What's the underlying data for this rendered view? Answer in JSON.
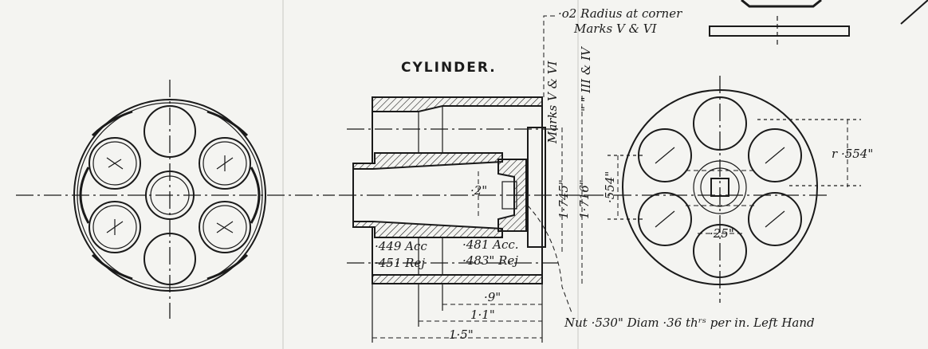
{
  "title": "CYLINDER.",
  "annotations": {
    "radius_note_line1": "·o2 Radius at corner",
    "radius_note_line2": "Marks V & VI",
    "marks_v_vi": "Marks V & VI",
    "marks_iii_iv": "\" \" III & IV",
    "dim_2": "·2\"",
    "dim_1745": "1·745\"",
    "dim_1716": "1·716\"",
    "dim_449_acc": "·449 Acc",
    "dim_451_rej": "·451 Rej",
    "dim_481_acc": "·481 Acc.",
    "dim_483_rej": "·483\" Rej",
    "dim_9": "·9\"",
    "dim_1_1": "1·1\"",
    "dim_1_5": "1·5\"",
    "dim_r554": "r ·554\"",
    "dim_554": "·554\"",
    "dim_25": "·25\"",
    "nut_note": "Nut ·530\" Diam ·36 thʳˢ per in. Left Hand"
  }
}
